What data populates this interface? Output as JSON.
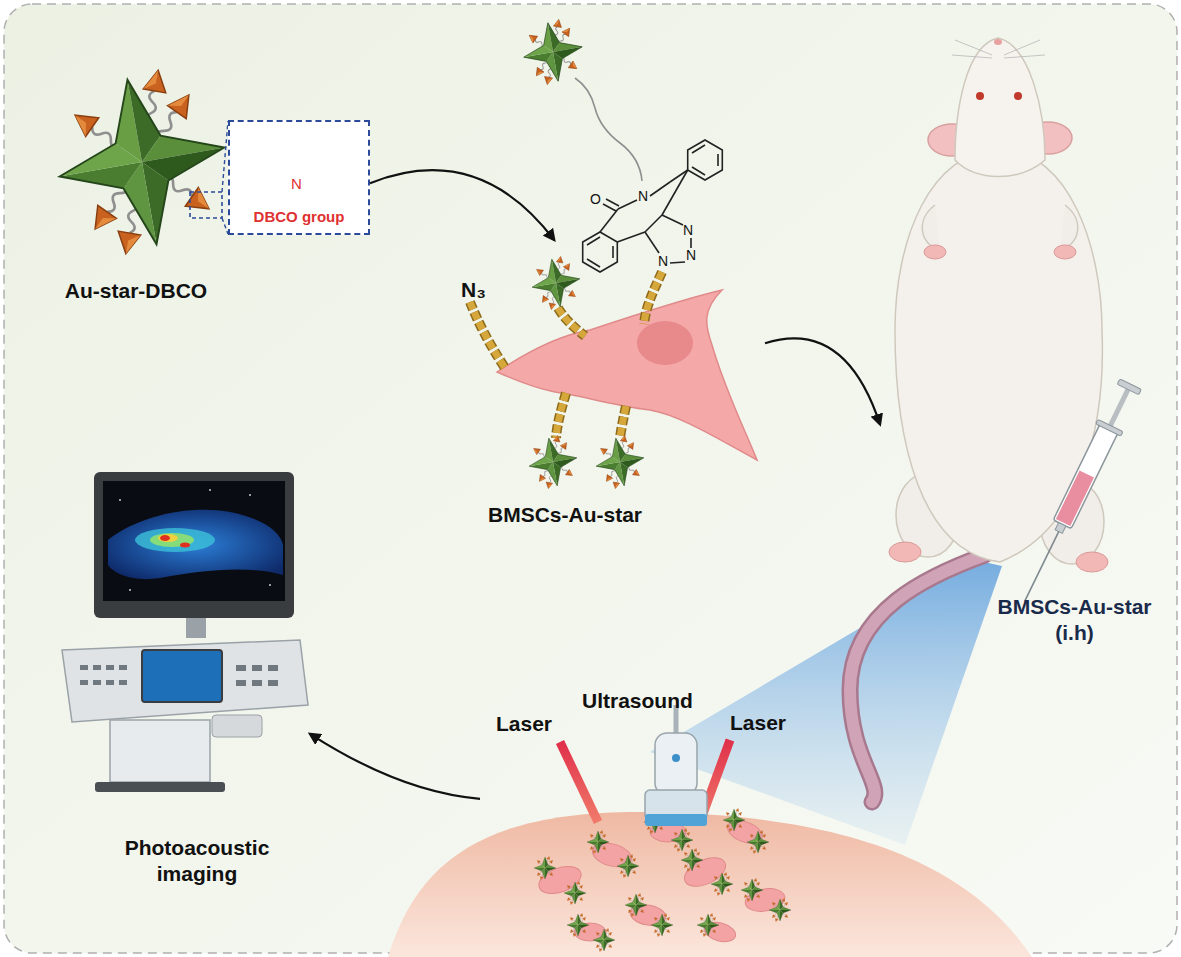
{
  "diagram": {
    "nodes": [
      {
        "text": [
          "Au-star-DBCO"
        ]
      },
      {
        "text": [
          "DBCO group"
        ]
      },
      {
        "text": [
          "BMSCs-Au-star"
        ]
      },
      {
        "text": [
          "BMSCs-Au-star (i.h)"
        ]
      },
      {
        "text": [
          "Ultrasound",
          "Laser",
          "Laser"
        ]
      },
      {
        "text": [
          "Photoacoustic imaging"
        ]
      }
    ],
    "edges": [
      {
        "from": 1,
        "to": 2,
        "arrow": "to"
      },
      {
        "from": 2,
        "to": 3,
        "arrow": "to"
      },
      {
        "from": 4,
        "to": 5,
        "arrow": "to"
      }
    ],
    "labels": [
      "N",
      "O",
      "N",
      "N",
      "N",
      "N",
      "N₃"
    ]
  }
}
